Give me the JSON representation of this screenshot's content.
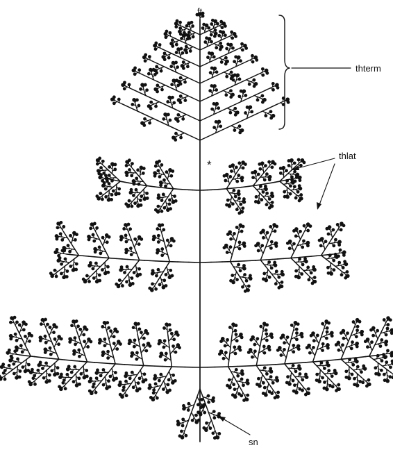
{
  "figure": {
    "labels": {
      "ft": "ft",
      "thterm": "thterm",
      "thlat": "thlat",
      "sn": "sn",
      "asterisk": "*"
    }
  }
}
